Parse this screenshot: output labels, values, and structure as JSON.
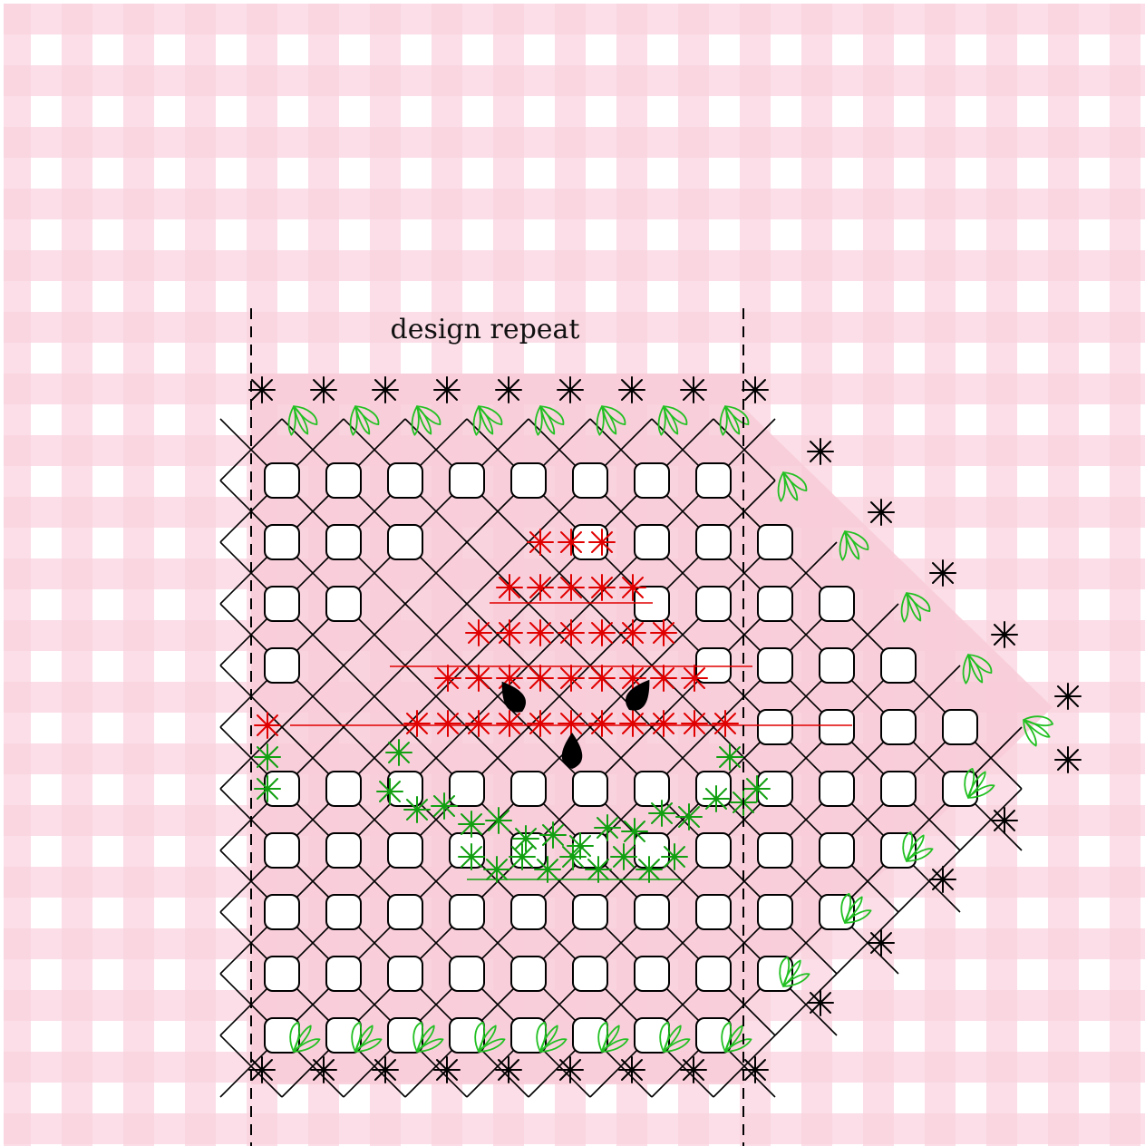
{
  "labels": {
    "repeat": "design repeat"
  },
  "colors": {
    "gingham_light": "#fbe3ec",
    "gingham_mid": "#f7d0dd",
    "gingham_dark": "#f4c1d2",
    "fabric_pink": "#f8cbd8",
    "stitch_black": "#000000",
    "stitch_red": "#e00000",
    "stitch_green": "#12a012",
    "leaf_green": "#22c022",
    "square_fill": "#ffffff",
    "seed": "#000000"
  },
  "icons": {
    "star": "asterisk-star-stitch",
    "leaf": "three-petal-leaf-stitch",
    "seed": "watermelon-seed",
    "square": "rounded-square-eyelet"
  },
  "pattern": {
    "columns": 8,
    "rows": 10,
    "point_steps": 5,
    "watermelon_red_rows": [
      [
        3,
        4
      ],
      [
        2,
        5
      ],
      [
        1,
        6
      ],
      [
        0,
        7
      ]
    ]
  }
}
